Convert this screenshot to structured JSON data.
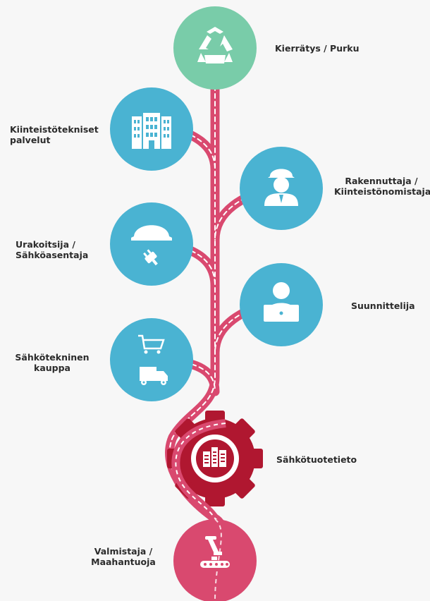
{
  "colors": {
    "background": "#f7f7f7",
    "teal": "#79cca9",
    "blue": "#4ab3d2",
    "pink_road": "#d9496f",
    "gear_red": "#b01730",
    "bottom_pink": "#d9496f",
    "text": "#2b2b2b"
  },
  "nodes": [
    {
      "id": "kierratys",
      "icon": "recycle-icon",
      "lines": [
        "Kierrätys / Purku"
      ]
    },
    {
      "id": "kiinteistotekniset",
      "icon": "building-icon",
      "lines": [
        "Kiinteistötekniset",
        "palvelut"
      ]
    },
    {
      "id": "rakennuttaja",
      "icon": "construction-worker-icon",
      "lines": [
        "Rakennuttaja /",
        "Kiinteistönomistaja"
      ]
    },
    {
      "id": "urakoitsija",
      "icon": "hardhat-plug-icon",
      "lines": [
        "Urakoitsija /",
        "Sähköasentaja"
      ]
    },
    {
      "id": "suunnittelija",
      "icon": "designer-laptop-icon",
      "lines": [
        "Suunnittelija"
      ]
    },
    {
      "id": "sahkotekninen",
      "icon": "cart-truck-icon",
      "lines": [
        "Sähkötekninen",
        "kauppa"
      ]
    },
    {
      "id": "sahkotuotetieto",
      "icon": "gear-data-icon",
      "lines": [
        "Sähkötuotetieto"
      ]
    },
    {
      "id": "valmistaja",
      "icon": "robot-arm-conveyor-icon",
      "lines": [
        "Valmistaja /",
        "Maahantuoja"
      ]
    }
  ]
}
